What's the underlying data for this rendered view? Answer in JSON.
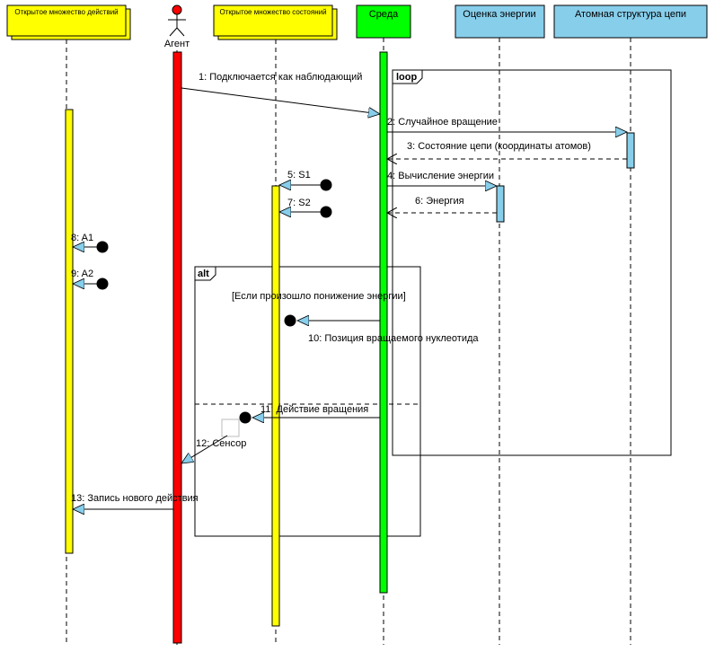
{
  "lifelines": {
    "actions_set": "Открытое множество действий",
    "agent": "Агент",
    "states_set": "Открытое множество состояний",
    "environment": "Среда",
    "energy_eval": "Оценка энергии",
    "atomic_structure": "Атомная структура цепи"
  },
  "fragments": {
    "loop_label": "loop",
    "alt_label": "alt",
    "alt_guard": "[Если произошло понижение энергии]"
  },
  "messages": {
    "m1": "1: Подключается как наблюдающий",
    "m2": "2: Случайное вращение",
    "m3": "3: Состояние цепи (координаты атомов)",
    "m4": "4: Вычисление энергии",
    "m5": "5: S1",
    "m6": "6: Энергия",
    "m7": "7: S2",
    "m8": "8: A1",
    "m9": "9: A2",
    "m10": "10: Позиция вращаемого нуклеотида",
    "m11": "11: Действие вращения",
    "m12": "12: Сенсор",
    "m13": "13: Запись нового действия"
  },
  "colors": {
    "yellow": "#ffff00",
    "red": "#ff0000",
    "green": "#00ff00",
    "blue": "#87ceeb"
  }
}
